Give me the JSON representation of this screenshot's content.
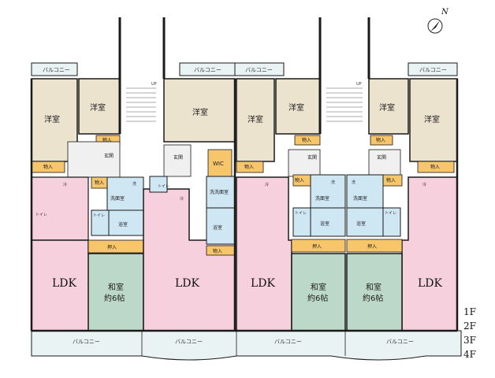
{
  "colors": {
    "ldk": "#f6d0dc",
    "western": "#ece3cf",
    "japanese": "#bcd8c8",
    "storage": "#f7c66a",
    "bath": "#cfe6f3",
    "balcony": "#e9f3f3",
    "wall": "#1a1a1a",
    "corridor": "#f0f0f0"
  },
  "labels": {
    "ldk": "LDK",
    "western_room": "洋室",
    "japanese_room": "和室",
    "japanese_size": "約6帖",
    "balcony": "バルコニー",
    "storage": "物入",
    "closet": "押入",
    "entrance": "玄関",
    "washroom": "洗面室",
    "washroom_vertical": "洗洗面室",
    "bathroom": "浴室",
    "toilet": "トイレ",
    "fridge": "冷",
    "washer": "洗",
    "wic": "WIC",
    "stair_up": "UP"
  },
  "compass": {
    "letter": "N"
  },
  "floors": [
    "1F",
    "2F",
    "3F",
    "4F"
  ]
}
